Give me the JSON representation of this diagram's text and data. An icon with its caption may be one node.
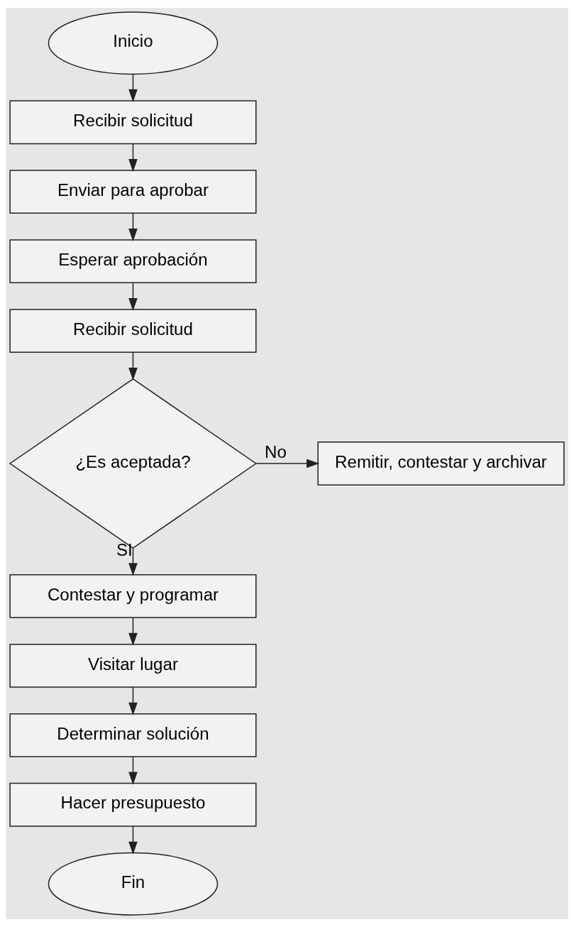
{
  "diagram": {
    "nodes": [
      {
        "text": [
          "Inicio"
        ]
      },
      {
        "text": [
          "Recibir solicitud"
        ]
      },
      {
        "text": [
          "Enviar para aprobar"
        ]
      },
      {
        "text": [
          "Esperar aprobación"
        ]
      },
      {
        "text": [
          "Recibir solicitud"
        ]
      },
      {
        "text": [
          "¿Es aceptada?"
        ]
      },
      {
        "text": [
          "Remitir, contestar y archivar"
        ]
      },
      {
        "text": [
          "Contestar y programar"
        ]
      },
      {
        "text": [
          "Visitar lugar"
        ]
      },
      {
        "text": [
          "Determinar solución"
        ]
      },
      {
        "text": [
          "Hacer presupuesto"
        ]
      },
      {
        "text": [
          "Fin"
        ]
      }
    ],
    "edges": [
      {
        "from": 0,
        "to": 1,
        "arrow": "to"
      },
      {
        "from": 1,
        "to": 2,
        "arrow": "to"
      },
      {
        "from": 2,
        "to": 3,
        "arrow": "to"
      },
      {
        "from": 3,
        "to": 4,
        "arrow": "to"
      },
      {
        "from": 4,
        "to": 5,
        "arrow": "to"
      },
      {
        "from": 5,
        "to": 6,
        "arrow": "to",
        "label": "No"
      },
      {
        "from": 5,
        "to": 7,
        "arrow": "to",
        "label": "SI"
      },
      {
        "from": 7,
        "to": 8,
        "arrow": "to"
      },
      {
        "from": 8,
        "to": 9,
        "arrow": "to"
      },
      {
        "from": 9,
        "to": 10,
        "arrow": "to"
      },
      {
        "from": 10,
        "to": 11,
        "arrow": "to"
      }
    ]
  }
}
